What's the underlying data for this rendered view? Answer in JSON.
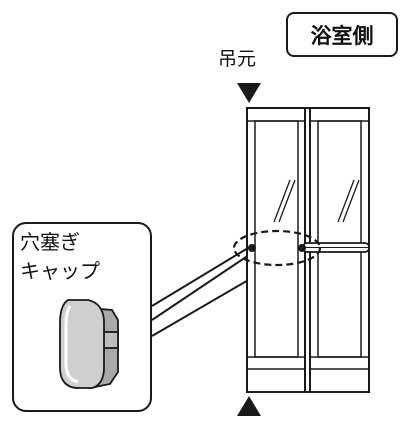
{
  "badge": {
    "label": "浴室側"
  },
  "top_marker": {
    "label": "吊元"
  },
  "callout": {
    "line1": "穴塞ぎ",
    "line2": "キャップ"
  },
  "colors": {
    "line": "#1a1a1a",
    "cap_fill": "#cfcfcf",
    "cap_shade": "#a9a9a9"
  },
  "icons": {
    "down_arrow": "down-triangle-icon",
    "up_arrow": "up-triangle-icon"
  }
}
